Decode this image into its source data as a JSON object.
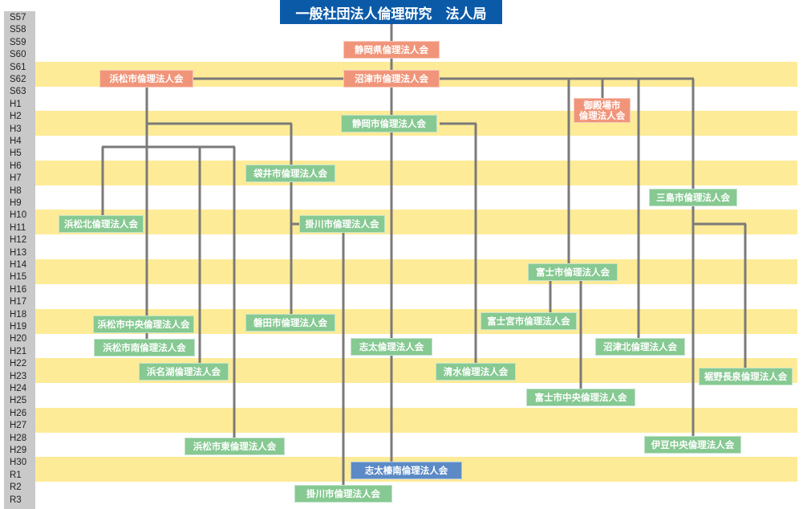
{
  "years": [
    "S57",
    "S58",
    "S59",
    "S60",
    "S61",
    "S62",
    "S63",
    "H1",
    "H2",
    "H3",
    "H4",
    "H5",
    "H6",
    "H7",
    "H8",
    "H9",
    "H10",
    "H11",
    "H12",
    "H13",
    "H14",
    "H15",
    "H16",
    "H17",
    "H18",
    "H19",
    "H20",
    "H21",
    "H22",
    "H23",
    "H24",
    "H25",
    "H26",
    "H27",
    "H28",
    "H29",
    "H30",
    "R1",
    "R2",
    "R3"
  ],
  "title": "一般社団法人倫理研究　法人局",
  "nodes": {
    "shizuoka_ken": "静岡県倫理法人会",
    "numazu": "沼津市倫理法人会",
    "hamamatsu": "浜松市倫理法人会",
    "gotemba_1": "御殿場市",
    "gotemba_2": "倫理法人会",
    "shizuoka_shi": "静岡市倫理法人会",
    "fukuroi": "袋井市倫理法人会",
    "mishima": "三島市倫理法人会",
    "hamamatsu_kita": "浜松北倫理法人会",
    "kakegawa_1": "掛川市倫理法人会",
    "fuji": "富士市倫理法人会",
    "hamamatsu_chuo": "浜松市中央倫理法人会",
    "iwata": "磐田市倫理法人会",
    "fujinomiya": "富士宮市倫理法人会",
    "hamamatsu_minami": "浜松市南倫理法人会",
    "shida": "志太倫理法人会",
    "numazu_kita": "沼津北倫理法人会",
    "hamanako": "浜名湖倫理法人会",
    "shimizu": "清水倫理法人会",
    "susono": "裾野長泉倫理法人会",
    "fuji_chuo": "富士市中央倫理法人会",
    "hamamatsu_higashi": "浜松市東倫理法人会",
    "izu_chuo": "伊豆中央倫理法人会",
    "shida_hainan": "志太榛南倫理法人会",
    "kakegawa_2": "掛川市倫理法人会"
  },
  "colors": {
    "band": "#fdeb97",
    "green": "#86c992",
    "orange": "#f0957a",
    "blue": "#5b8ac6",
    "title": "#0b5aa8",
    "line": "#7a7a7a"
  }
}
